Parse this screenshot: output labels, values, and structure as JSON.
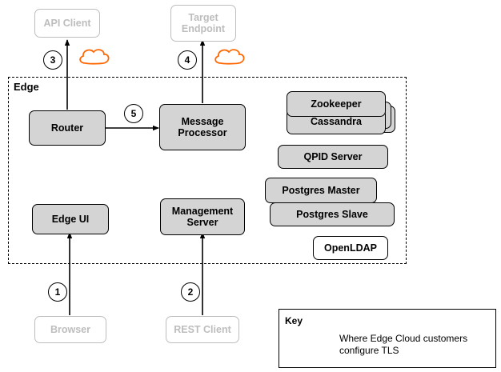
{
  "diagram": {
    "edge_label": "Edge",
    "nodes": {
      "api_client": "API Client",
      "target_endpoint": "Target\nEndpoint",
      "router": "Router",
      "message_processor": "Message\nProcessor",
      "zookeeper": "Zookeeper",
      "cassandra": "Cassandra",
      "qpid_server": "QPID Server",
      "postgres_master": "Postgres Master",
      "postgres_slave": "Postgres Slave",
      "openldap": "OpenLDAP",
      "edge_ui": "Edge UI",
      "management_server": "Management\nServer",
      "browser": "Browser",
      "rest_client": "REST Client"
    },
    "markers": {
      "one": "1",
      "two": "2",
      "three": "3",
      "four": "4",
      "five": "5"
    },
    "key": {
      "title": "Key",
      "legend_text": "Where Edge Cloud customers\nconfigure TLS"
    },
    "colors": {
      "cloud_stroke": "#ff6600",
      "node_fill": "#d4d4d4",
      "ghost_stroke": "#bdbdbd"
    }
  }
}
